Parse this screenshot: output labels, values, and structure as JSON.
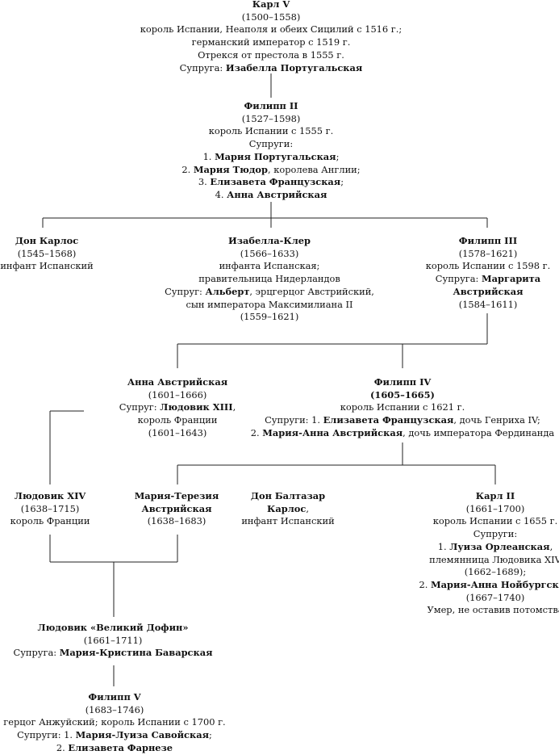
{
  "nodes": {
    "karl5": {
      "name": "Карл V",
      "lines": [
        "(1500–1558)",
        "король Испании, Неаполя и обеих Сицилий с 1516 г.;",
        "германский император с 1519 г.",
        "Отрекся от престола в 1555 г."
      ],
      "spouse_label": "Супруга: ",
      "spouse": "Изабелла Португальская"
    },
    "philip2": {
      "name": "Филипп II",
      "lines": [
        "(1527–1598)",
        "король Испании с 1555 г.",
        "Супруги:"
      ],
      "spouses": [
        {
          "num": "1. ",
          "name": "Мария Португальская",
          "rest": ";"
        },
        {
          "num": "2. ",
          "name": "Мария Тюдор",
          "rest": ", королева Англии;"
        },
        {
          "num": "3. ",
          "name": "Елизавета Французская",
          "rest": ";"
        },
        {
          "num": "4. ",
          "name": "Анна Австрийская",
          "rest": ""
        }
      ]
    },
    "don_carlos": {
      "name": "Дон Карлос",
      "lines": [
        "(1545–1568)",
        "инфант Испанский"
      ]
    },
    "isabella_clara": {
      "name": "Изабелла-Клер",
      "lines": [
        "(1566–1633)",
        "инфанта Испанская;",
        "правительница Нидерландов"
      ],
      "spouse_label": "Супруг: ",
      "spouse": "Альберт",
      "spouse_rest": ", эрцгерцог Австрийский,",
      "lines2": [
        "сын императора Максимилиана II",
        "(1559–1621)"
      ]
    },
    "philip3": {
      "name": "Филипп III",
      "lines": [
        "(1578–1621)",
        "король Испании с 1598 г."
      ],
      "spouse_label": "Супруга: ",
      "spouse": "Маргарита",
      "spouse2": "Австрийская",
      "lines2": [
        "(1584–1611)"
      ]
    },
    "anna_austria": {
      "name": "Анна Австрийская",
      "lines": [
        "(1601–1666)"
      ],
      "spouse_label": "Супруг: ",
      "spouse": "Людовик XIII",
      "spouse_rest": ",",
      "lines2": [
        "король Франции",
        "(1601–1643)"
      ]
    },
    "philip4": {
      "name": "Филипп IV",
      "dates": "(1605–1665)",
      "lines": [
        "король Испании с 1621 г."
      ],
      "sp1_label": "Супруги: 1. ",
      "sp1": "Елизавета Французская",
      "sp1_rest": ", дочь Генриха IV;",
      "sp2_label": "2. ",
      "sp2": "Мария-Анна Австрийская",
      "sp2_rest": ", дочь императора Фердинанда"
    },
    "louis14": {
      "name": "Людовик XIV",
      "lines": [
        "(1638–1715)",
        "король Франции"
      ]
    },
    "maria_theresa": {
      "name1": "Мария-Терезия",
      "name2": "Австрийская",
      "lines": [
        "(1638–1683)"
      ]
    },
    "baltasar": {
      "name1": "Дон Балтазар",
      "name2": "Карлос",
      "name2_rest": ",",
      "lines": [
        "инфант Испанский"
      ]
    },
    "karl2": {
      "name": "Карл II",
      "lines": [
        "(1661–1700)",
        "король Испании с 1655 г.",
        "Супруги:"
      ],
      "sp1_label": "1. ",
      "sp1": "Луиза Орлеанская",
      "sp1_rest": ",",
      "lines2": [
        "племянница Людовика XIV",
        "(1662–1689);"
      ],
      "sp2_label": "2. ",
      "sp2": "Мария-Анна Нойбургская",
      "lines3": [
        "(1667–1740)",
        "Умер, не оставив потомства"
      ]
    },
    "dauphin": {
      "name": "Людовик «Великий Дофин»",
      "lines": [
        "(1661–1711)"
      ],
      "spouse_label": "Супруга: ",
      "spouse": "Мария-Кристина Баварская"
    },
    "philip5": {
      "name": "Филипп V",
      "lines": [
        "(1683–1746)",
        "герцог Анжуйский; король Испании с 1700 г."
      ],
      "sp1_label": "Супруги: 1. ",
      "sp1": "Мария-Луиза Савойская",
      "sp1_rest": ";",
      "sp2_label": "2. ",
      "sp2": "Елизавета Фарнезе"
    }
  }
}
